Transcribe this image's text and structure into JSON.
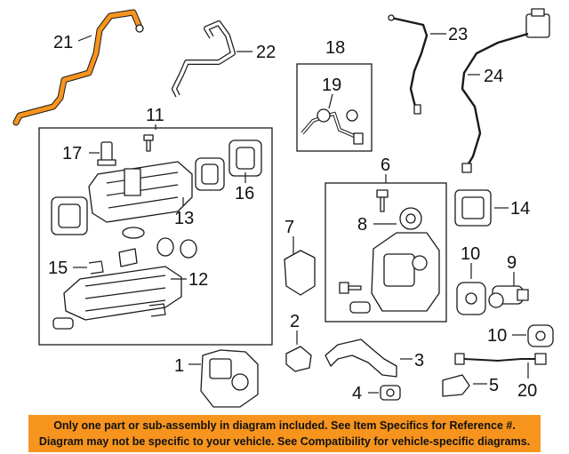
{
  "callouts": {
    "c1": "1",
    "c2": "2",
    "c3": "3",
    "c4": "4",
    "c5": "5",
    "c6": "6",
    "c7": "7",
    "c8": "8",
    "c9": "9",
    "c10a": "10",
    "c10b": "10",
    "c11": "11",
    "c12": "12",
    "c13": "13",
    "c14": "14",
    "c15": "15",
    "c16": "16",
    "c17": "17",
    "c18": "18",
    "c19": "19",
    "c20": "20",
    "c21": "21",
    "c22": "22",
    "c23": "23",
    "c24": "24"
  },
  "banner": {
    "line1": "Only one part or sub-assembly in diagram included. See Item Specifics for Reference #.",
    "line2": "Diagram may not be specific to your vehicle. See Compatibility for vehicle-specific diagrams."
  },
  "colors": {
    "highlight_part": "#f7941d",
    "banner_background": "#f7941d"
  }
}
